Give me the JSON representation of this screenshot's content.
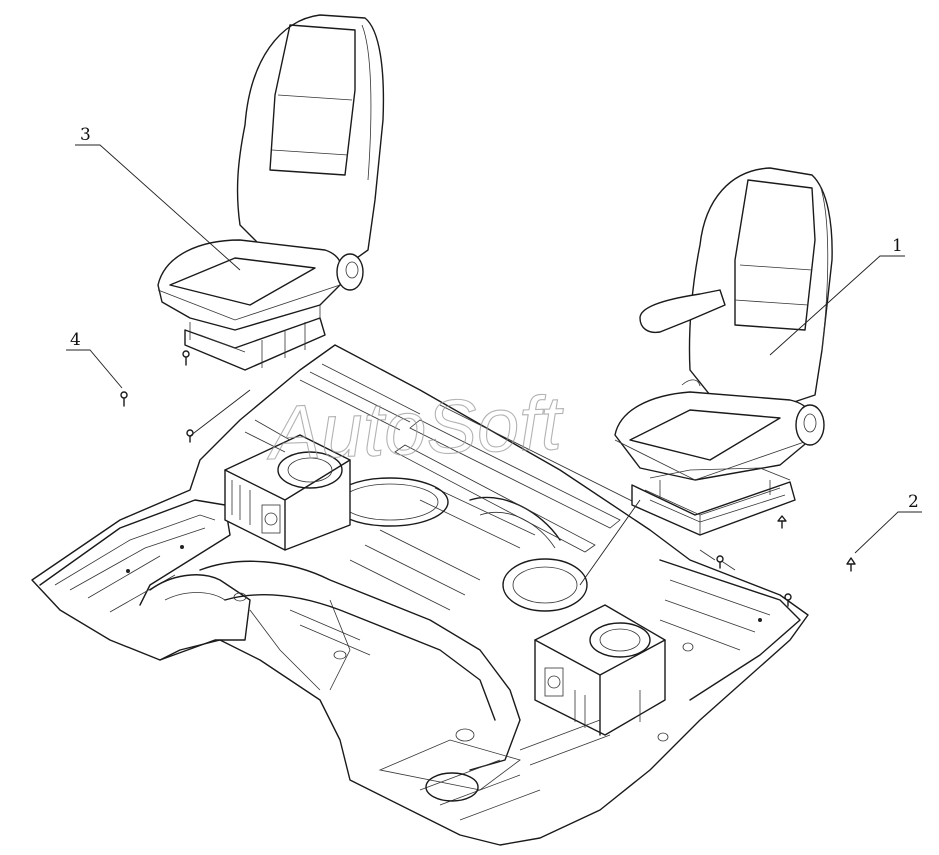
{
  "callouts": {
    "c1": "1",
    "c2": "2",
    "c3": "3",
    "c4": "4"
  },
  "watermark": "AutoSoft",
  "colors": {
    "line": "#1a1a1a",
    "background": "#ffffff",
    "watermark": "#9a9a9a"
  }
}
